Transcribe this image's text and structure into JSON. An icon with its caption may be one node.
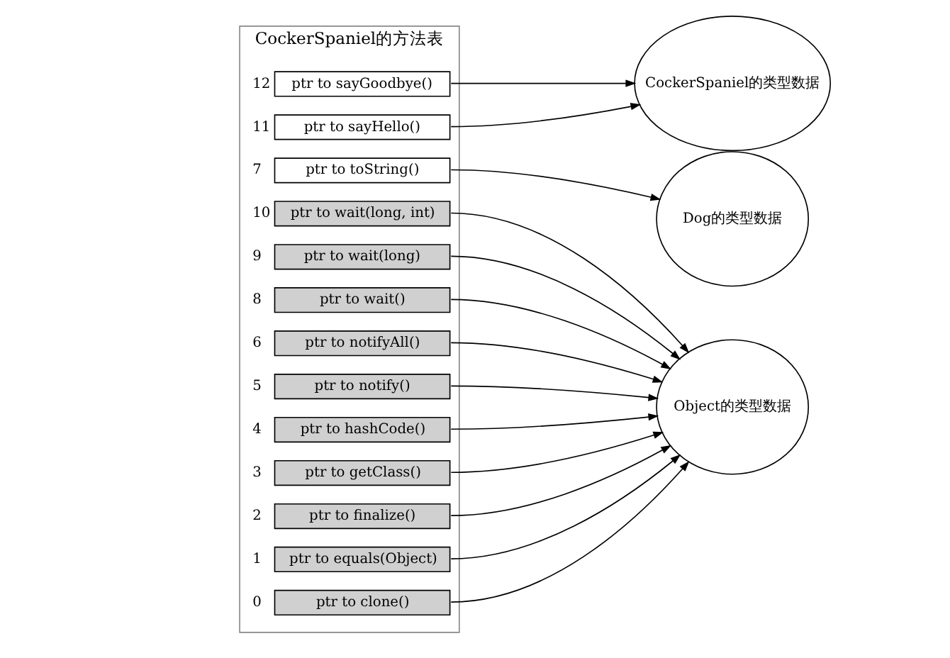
{
  "diagram": {
    "nodes": [
      {
        "text": [
          "CockerSpaniel的方法表"
        ]
      },
      {
        "text": [
          "ptr to clone()"
        ],
        "in": 0,
        "beside": [
          "0"
        ]
      },
      {
        "text": [
          "ptr to equals(Object)"
        ],
        "in": 0,
        "beside": [
          "1"
        ]
      },
      {
        "text": [
          "ptr to finalize()"
        ],
        "in": 0,
        "beside": [
          "2"
        ]
      },
      {
        "text": [
          "ptr to getClass()"
        ],
        "in": 0,
        "beside": [
          "3"
        ]
      },
      {
        "text": [
          "ptr to hashCode()"
        ],
        "in": 0,
        "beside": [
          "4"
        ]
      },
      {
        "text": [
          "ptr to notify()"
        ],
        "in": 0,
        "beside": [
          "5"
        ]
      },
      {
        "text": [
          "ptr to notifyAll()"
        ],
        "in": 0,
        "beside": [
          "6"
        ]
      },
      {
        "text": [
          "ptr to toString()"
        ],
        "in": 0,
        "beside": [
          "7"
        ]
      },
      {
        "text": [
          "ptr to wait()"
        ],
        "in": 0,
        "beside": [
          "8"
        ]
      },
      {
        "text": [
          "ptr to wait(long)"
        ],
        "in": 0,
        "beside": [
          "9"
        ]
      },
      {
        "text": [
          "ptr to wait(long, int)"
        ],
        "in": 0,
        "beside": [
          "10"
        ]
      },
      {
        "text": [
          "ptr to sayHello()"
        ],
        "in": 0,
        "beside": [
          "11"
        ]
      },
      {
        "text": [
          "ptr to sayGoodbye()"
        ],
        "in": 0,
        "beside": [
          "12"
        ]
      },
      {
        "text": [
          "Object的类型数据"
        ]
      },
      {
        "text": [
          "Dog的类型数据"
        ]
      },
      {
        "text": [
          "CockerSpaniel的类型数据"
        ]
      }
    ],
    "edges": [
      {
        "from": 1,
        "to": 14,
        "arrow": "to"
      },
      {
        "from": 2,
        "to": 14,
        "arrow": "to"
      },
      {
        "from": 3,
        "to": 14,
        "arrow": "to"
      },
      {
        "from": 4,
        "to": 14,
        "arrow": "to"
      },
      {
        "from": 5,
        "to": 14,
        "arrow": "to"
      },
      {
        "from": 6,
        "to": 14,
        "arrow": "to"
      },
      {
        "from": 7,
        "to": 14,
        "arrow": "to"
      },
      {
        "from": 8,
        "to": 15,
        "arrow": "to"
      },
      {
        "from": 9,
        "to": 14,
        "arrow": "to"
      },
      {
        "from": 10,
        "to": 14,
        "arrow": "to"
      },
      {
        "from": 11,
        "to": 14,
        "arrow": "to"
      },
      {
        "from": 12,
        "to": 16,
        "arrow": "to"
      },
      {
        "from": 13,
        "to": 16,
        "arrow": "to"
      }
    ]
  }
}
